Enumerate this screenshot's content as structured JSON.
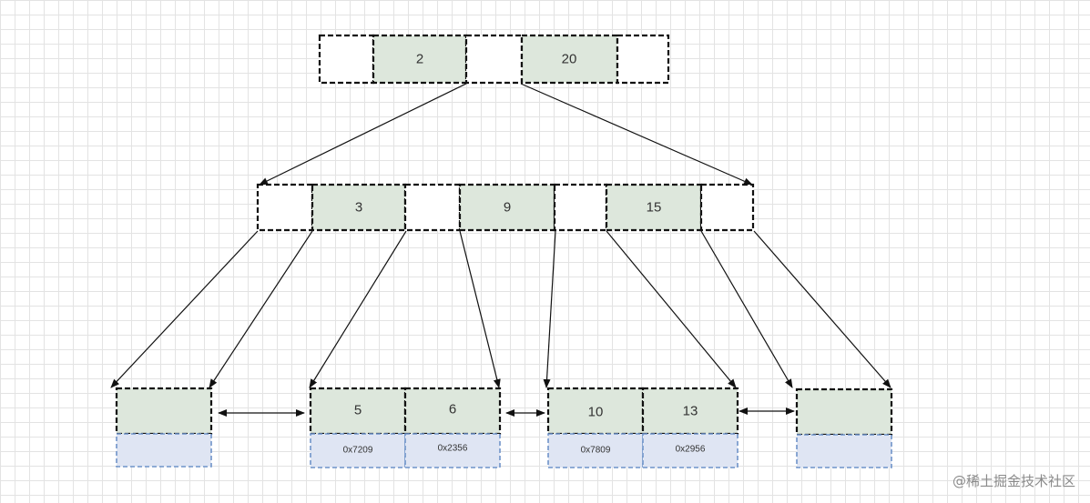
{
  "diagram": {
    "root": {
      "keys": [
        "2",
        "20"
      ]
    },
    "internal": {
      "keys": [
        "3",
        "9",
        "15"
      ]
    },
    "leaves": [
      {
        "keys": [
          ""
        ],
        "addresses": [
          ""
        ]
      },
      {
        "keys": [
          "5",
          "6"
        ],
        "addresses": [
          "0x7209",
          "0x2356"
        ]
      },
      {
        "keys": [
          "10",
          "13"
        ],
        "addresses": [
          "0x7809",
          "0x2956"
        ]
      },
      {
        "keys": [
          ""
        ],
        "addresses": [
          ""
        ]
      }
    ]
  },
  "watermark": "@稀土掘金技术社区"
}
